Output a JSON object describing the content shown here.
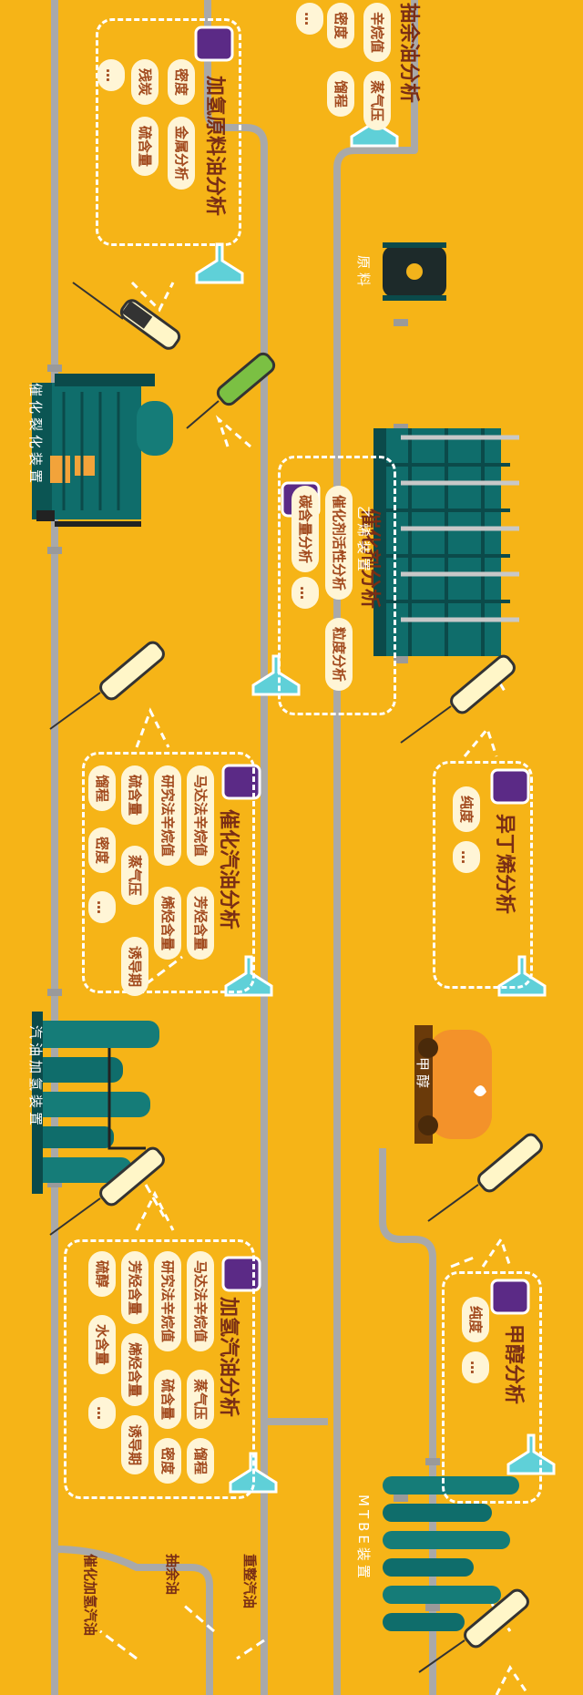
{
  "units": [
    {
      "label": "催化裂化装置"
    },
    {
      "label": "汽油加氢装置"
    },
    {
      "label": "乙烯装置"
    },
    {
      "label": "MTBE装置"
    },
    {
      "label": "原料"
    },
    {
      "label": "甲醇"
    }
  ],
  "flows": [
    {
      "label": "催化加氢汽油"
    },
    {
      "label": "抽余油"
    },
    {
      "label": "重整汽油"
    }
  ],
  "bubbles": [
    {
      "title": "加氢原料油分析",
      "items": [
        "密度",
        "金属分析",
        "残炭",
        "硫含量",
        "…"
      ]
    },
    {
      "title": "抽余油分析",
      "items": [
        "辛烷值",
        "蒸气压",
        "密度",
        "馏程",
        "…"
      ]
    },
    {
      "title": "催化剂分析",
      "items": [
        "催化剂活性分析",
        "粒度分析",
        "碳含量分析",
        "…"
      ]
    },
    {
      "title": "催化汽油分析",
      "items": [
        "马达法辛烷值",
        "芳烃含量",
        "研究法辛烷值",
        "烯烃含量",
        "诱导期",
        "硫含量",
        "蒸气压",
        "馏程",
        "密度",
        "…"
      ]
    },
    {
      "title": "异丁烯分析",
      "items": [
        "纯度",
        "…"
      ]
    },
    {
      "title": "加氢汽油分析",
      "items": [
        "马达法辛烷值",
        "蒸气压",
        "馏程",
        "研究法辛烷值",
        "硫含量",
        "密度",
        "芳烃含量",
        "烯烃含量",
        "诱导期",
        "硫醇",
        "水含量",
        "…"
      ]
    },
    {
      "title": "甲醇分析",
      "items": [
        "纯度",
        "…"
      ]
    }
  ]
}
